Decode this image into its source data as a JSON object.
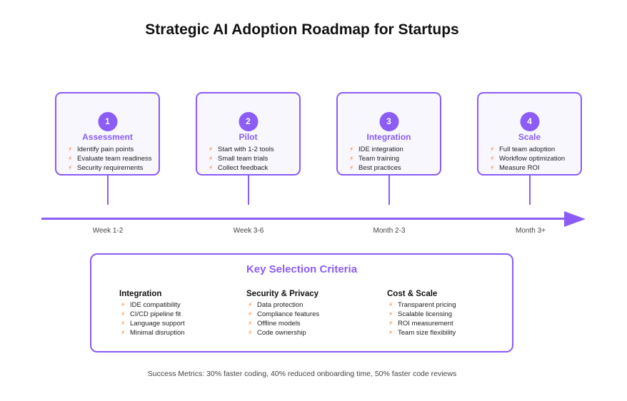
{
  "title": "Strategic AI Adoption Roadmap for Startups",
  "phases": [
    {
      "number": "1",
      "name": "Assessment",
      "items": [
        "Identify pain points",
        "Evaluate team readiness",
        "Security requirements"
      ],
      "timeline_label": "Week 1-2"
    },
    {
      "number": "2",
      "name": "Pilot",
      "items": [
        "Start with 1-2 tools",
        "Small team trials",
        "Collect feedback"
      ],
      "timeline_label": "Week 3-6"
    },
    {
      "number": "3",
      "name": "Integration",
      "items": [
        "IDE integration",
        "Team training",
        "Best practices"
      ],
      "timeline_label": "Month 2-3"
    },
    {
      "number": "4",
      "name": "Scale",
      "items": [
        "Full team adoption",
        "Workflow optimization",
        "Measure ROI"
      ],
      "timeline_label": "Month 3+"
    }
  ],
  "criteria": {
    "title": "Key Selection Criteria",
    "columns": [
      {
        "heading": "Integration",
        "items": [
          "IDE compatibility",
          "CI/CD pipeline fit",
          "Language support",
          "Minimal disruption"
        ]
      },
      {
        "heading": "Security & Privacy",
        "items": [
          "Data protection",
          "Compliance features",
          "Offline models",
          "Code ownership"
        ]
      },
      {
        "heading": "Cost & Scale",
        "items": [
          "Transparent pricing",
          "Scalable licensing",
          "ROI measurement",
          "Team size flexibility"
        ]
      }
    ]
  },
  "footer": "Success Metrics: 30% faster coding, 40% reduced onboarding time, 50% faster code reviews",
  "colors": {
    "accent": "#8b5cf6",
    "bullet": "#f97316",
    "card_bg": "#f8f7fe"
  },
  "bullet_icon": "lightning-bolt-icon"
}
